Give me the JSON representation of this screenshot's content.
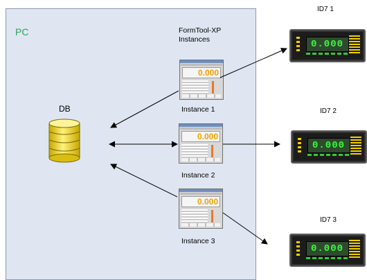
{
  "pc": {
    "label": "PC"
  },
  "db": {
    "label": "DB"
  },
  "formtool": {
    "title_line1": "FormTool-XP",
    "title_line2": "Instances"
  },
  "instances": [
    {
      "label": "Instance 1",
      "value": "0.000"
    },
    {
      "label": "Instance 2",
      "value": "0.000"
    },
    {
      "label": "Instance 3",
      "value": "0.000"
    }
  ],
  "devices": [
    {
      "label": "ID7 1",
      "display": "0.000"
    },
    {
      "label": "ID7 2",
      "display": "0.000"
    },
    {
      "label": "ID7 3",
      "display": "0.000"
    }
  ],
  "colors": {
    "pc_background": "#dfe6f1",
    "pc_label": "#2aa35a",
    "database": "#f6e24a",
    "formtool_value": "#f0a000",
    "device_display": "#37ff37"
  }
}
